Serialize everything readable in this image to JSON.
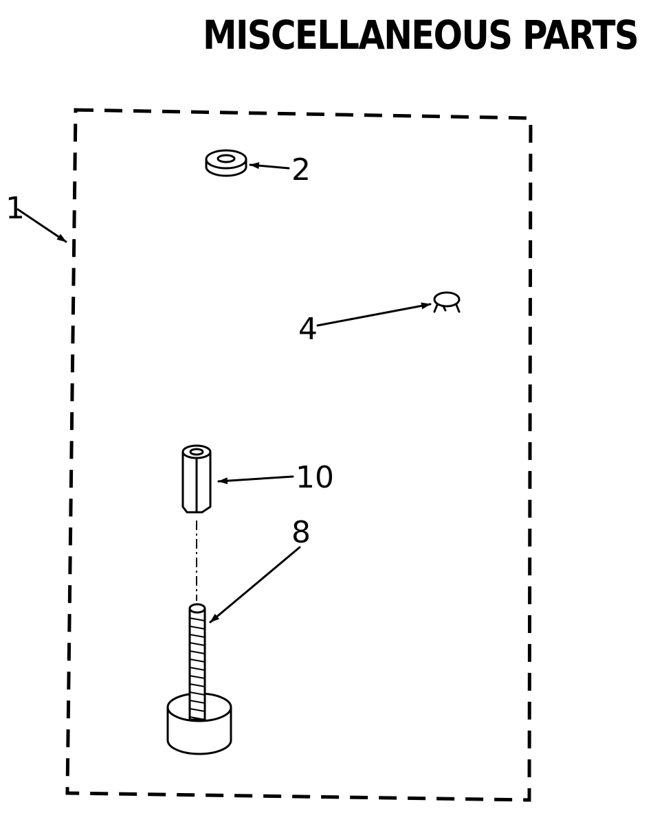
{
  "title": "MISCELLANEOUS PARTS",
  "callouts": {
    "kit": "1",
    "washer": "2",
    "clip": "4",
    "bolt": "8",
    "nut": "10"
  }
}
